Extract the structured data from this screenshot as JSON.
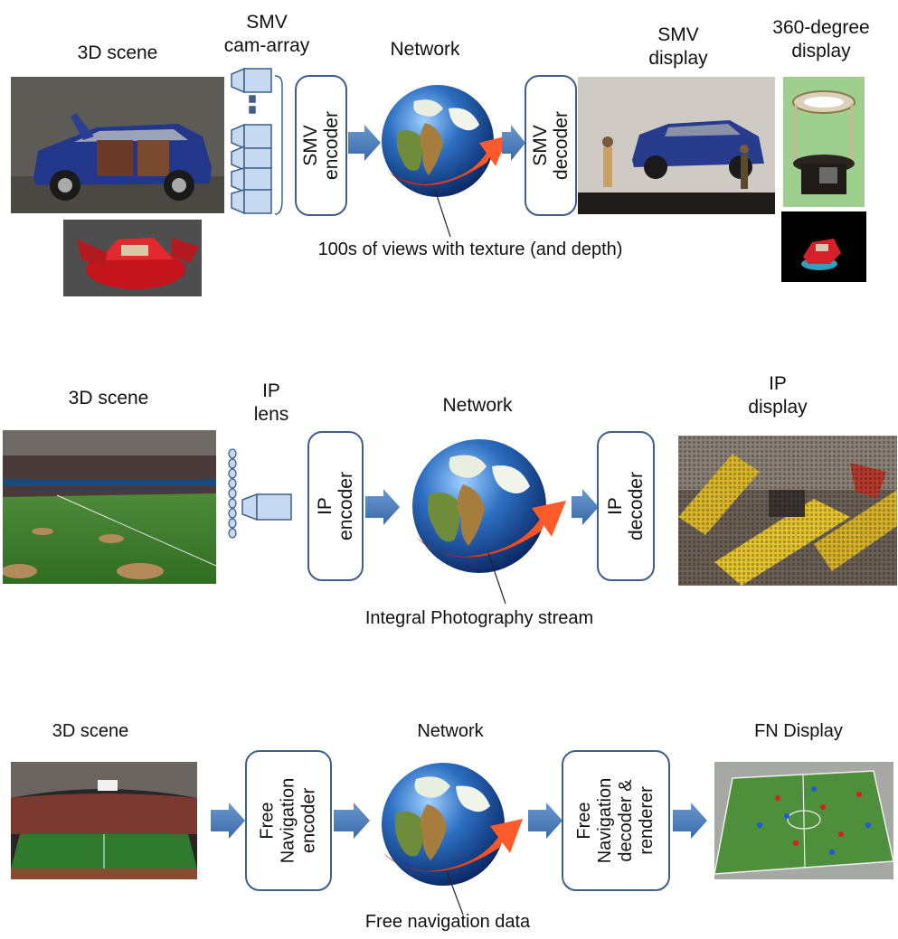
{
  "row1": {
    "scene_label": "3D scene",
    "cam_label": "SMV\ncam-array",
    "network_label": "Network",
    "smv_display_label": "SMV\ndisplay",
    "deg360_label": "360-degree\ndisplay",
    "encoder_label": "SMV\nencoder",
    "decoder_label": "SMV\ndecoder",
    "caption": "100s of views with texture (and depth)"
  },
  "row2": {
    "scene_label": "3D scene",
    "lens_label": "IP\nlens",
    "network_label": "Network",
    "display_label": "IP\ndisplay",
    "encoder_label": "IP\nencoder",
    "decoder_label": "IP\ndecoder",
    "caption": "Integral Photography stream"
  },
  "row3": {
    "scene_label": "3D scene",
    "network_label": "Network",
    "display_label": "FN Display",
    "encoder_label": "Free\nNavigation\nencoder",
    "decoder_label": "Free\nNavigation\ndecoder &\nrenderer",
    "caption": "Free navigation data"
  },
  "colors": {
    "box_border": "#3f5f8a",
    "arrow_fill": "#4f81bd",
    "camera_fill": "#c6d9f1",
    "swoosh_red": "#e8321e"
  }
}
